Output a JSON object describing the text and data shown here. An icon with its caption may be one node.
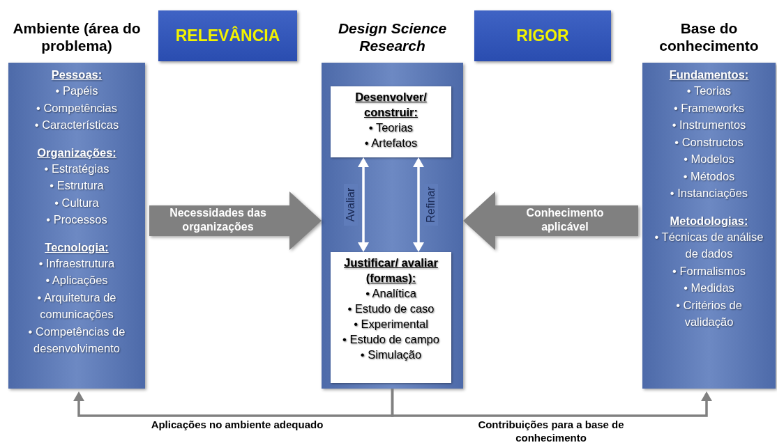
{
  "diagram": {
    "nodes": [
      {
        "text": [
          "Ambiente (área do problema)",
          "Pessoas:",
          "• Papéis",
          "• Competências",
          "• Características",
          "Organizações:",
          "• Estratégias",
          "• Estrutura",
          "• Cultura",
          "• Processos",
          "Tecnologia:",
          "• Infraestrutura",
          "• Aplicações",
          "• Arquitetura de comunicações",
          "• Competências de desenvolvimento"
        ]
      },
      {
        "text": [
          "Design Science Research"
        ]
      },
      {
        "text": [
          "Desenvolver/ construir:",
          "• Teorias",
          "• Artefatos"
        ],
        "in": 1
      },
      {
        "text": [
          "Justificar/ avaliar (formas):",
          "• Analítica",
          "• Estudo de caso",
          "• Experimental",
          "• Estudo de campo",
          "• Simulação"
        ],
        "in": 1
      },
      {
        "text": [
          "Base do conhecimento",
          "Fundamentos:",
          "• Teorias",
          "• Frameworks",
          "• Instrumentos",
          "• Constructos",
          "• Modelos",
          "• Métodos",
          "• Instanciações",
          "Metodologias:",
          "• Técnicas de análise de dados",
          "• Formalismos",
          "• Medidas",
          "• Critérios de validação"
        ]
      },
      {
        "text": [
          "RELEVÂNCIA"
        ]
      },
      {
        "text": [
          "RIGOR"
        ]
      }
    ],
    "edges": [
      {
        "from": 0,
        "to": 1,
        "arrow": "to",
        "label": "Necessidades das organizações",
        "style": "thick"
      },
      {
        "from": 4,
        "to": 1,
        "arrow": "to",
        "label": "Conhecimento aplicável",
        "style": "thick"
      },
      {
        "from": 2,
        "to": 3,
        "arrow": "both",
        "label": "Avaliar",
        "color": "#ffffff"
      },
      {
        "from": 2,
        "to": 3,
        "arrow": "both",
        "label": "Refinar",
        "color": "#ffffff"
      },
      {
        "from": 1,
        "to": 0,
        "arrow": "to",
        "label": "Aplicações no ambiente adequado"
      },
      {
        "from": 1,
        "to": 4,
        "arrow": "to",
        "label": "Contribuições para a base de conhecimento"
      }
    ]
  }
}
